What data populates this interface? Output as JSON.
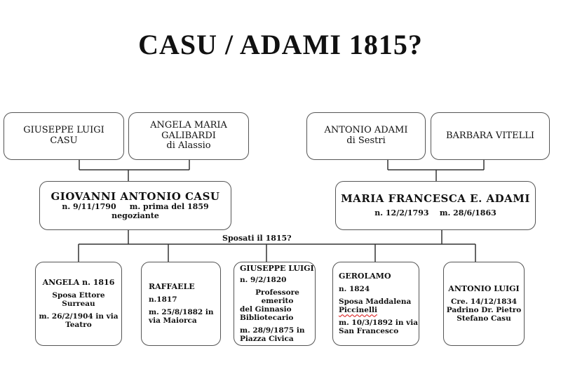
{
  "title": "CASU  /  ADAMI   1815?",
  "grandparents": [
    {
      "lines": [
        "GIUSEPPE LUIGI",
        "CASU"
      ]
    },
    {
      "lines": [
        "ANGELA MARIA",
        "GALIBARDI",
        "di Alassio"
      ]
    },
    {
      "lines": [
        "ANTONIO ADAMI",
        "di Sestri"
      ]
    },
    {
      "lines": [
        "BARBARA VITELLI"
      ]
    }
  ],
  "parents": [
    {
      "lines": [
        "GIOVANNI ANTONIO CASU",
        "n. 9/11/1790     m. prima del 1859",
        "negoziante"
      ]
    },
    {
      "lines": [
        "MARIA FRANCESCA E. ADAMI",
        "n. 12/2/1793    m. 28/6/1863"
      ]
    }
  ],
  "marriage_label": "Sposati il 1815?",
  "children": [
    {
      "lines": [
        "ANGELA n. 1816",
        "Sposa Ettore",
        "Surreau",
        "m. 26/2/1904 in via",
        "Teatro"
      ]
    },
    {
      "lines": [
        "RAFFAELE",
        "n.1817",
        "m. 25/8/1882 in",
        "via Maiorca"
      ]
    },
    {
      "lines": [
        "GIUSEPPE LUIGI",
        "n. 9/2/1820",
        "Professore emerito",
        "del Ginnasio",
        "Bibliotecario",
        "m. 28/9/1875 in",
        "Piazza Civica"
      ]
    },
    {
      "lines": [
        "GEROLAMO",
        "n. 1824",
        "Sposa Maddalena",
        "Piccinelli",
        "m. 10/3/1892 in via",
        "San Francesco"
      ]
    },
    {
      "lines": [
        "ANTONIO LUIGI",
        "Cre. 14/12/1834",
        "Padrino Dr. Pietro",
        "Stefano Casu"
      ]
    }
  ]
}
